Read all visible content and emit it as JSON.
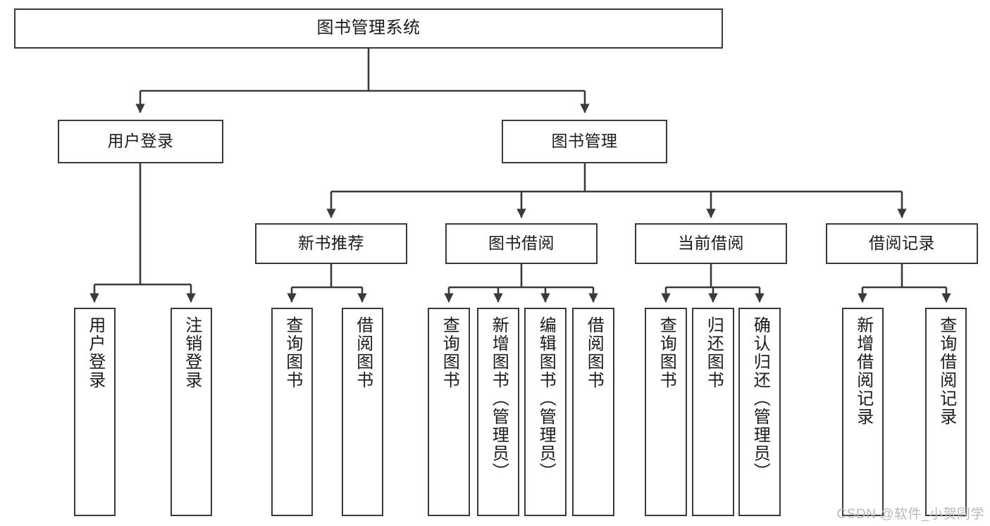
{
  "diagram": {
    "title": "图书管理系统",
    "type": "功能结构图",
    "colors": {
      "stroke": "#3a3a3a",
      "fill": "#ffffff",
      "text": "#1b1b1b",
      "watermark": "#b9b9b9"
    },
    "watermark": "CSDN @软件_小贺同学",
    "root": {
      "label": "图书管理系统"
    },
    "level2": [
      {
        "label": "用户登录"
      },
      {
        "label": "图书管理"
      }
    ],
    "level3": [
      {
        "label": "新书推荐"
      },
      {
        "label": "图书借阅"
      },
      {
        "label": "当前借阅"
      },
      {
        "label": "借阅记录"
      }
    ],
    "leaves": {
      "user_login": [
        {
          "label": "用户登录"
        },
        {
          "label": "注销登录"
        }
      ],
      "new_book_recommend": [
        {
          "label": "查询图书"
        },
        {
          "label": "借阅图书"
        }
      ],
      "book_borrow": [
        {
          "label": "查询图书"
        },
        {
          "label": "新增图书（管理员）"
        },
        {
          "label": "编辑图书（管理员）"
        },
        {
          "label": "借阅图书"
        }
      ],
      "current_borrow": [
        {
          "label": "查询图书"
        },
        {
          "label": "归还图书"
        },
        {
          "label": "确认归还（管理员）"
        }
      ],
      "borrow_record": [
        {
          "label": "新增借阅记录"
        },
        {
          "label": "查询借阅记录"
        }
      ]
    }
  }
}
